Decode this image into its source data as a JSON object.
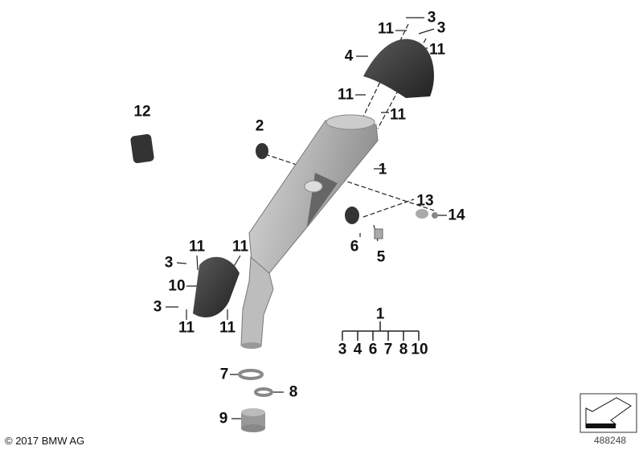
{
  "diagram": {
    "callouts": [
      {
        "id": "c1",
        "text": "11"
      },
      {
        "id": "c2",
        "text": "3"
      },
      {
        "id": "c3",
        "text": "3"
      },
      {
        "id": "c4",
        "text": "11"
      },
      {
        "id": "c5",
        "text": "4"
      },
      {
        "id": "c6",
        "text": "11"
      },
      {
        "id": "c7",
        "text": "11"
      },
      {
        "id": "c8",
        "text": "12"
      },
      {
        "id": "c9",
        "text": "2"
      },
      {
        "id": "c10",
        "text": "1"
      },
      {
        "id": "c11",
        "text": "13"
      },
      {
        "id": "c12",
        "text": "14"
      },
      {
        "id": "c13",
        "text": "6"
      },
      {
        "id": "c14",
        "text": "5"
      },
      {
        "id": "c15",
        "text": "11"
      },
      {
        "id": "c16",
        "text": "11"
      },
      {
        "id": "c17",
        "text": "3"
      },
      {
        "id": "c18",
        "text": "10"
      },
      {
        "id": "c19",
        "text": "3"
      },
      {
        "id": "c20",
        "text": "11"
      },
      {
        "id": "c21",
        "text": "11"
      },
      {
        "id": "c22",
        "text": "7"
      },
      {
        "id": "c23",
        "text": "8"
      },
      {
        "id": "c24",
        "text": "9"
      }
    ],
    "assembly_legend": {
      "parent": "1",
      "children": [
        "3",
        "4",
        "6",
        "7",
        "8",
        "10"
      ]
    }
  },
  "footer": {
    "copyright": "© 2017 BMW AG",
    "diagram_number": "488248"
  },
  "colors": {
    "muffler": "#b8b8b8",
    "cap": "#3a3a3a",
    "label": "#111111"
  }
}
